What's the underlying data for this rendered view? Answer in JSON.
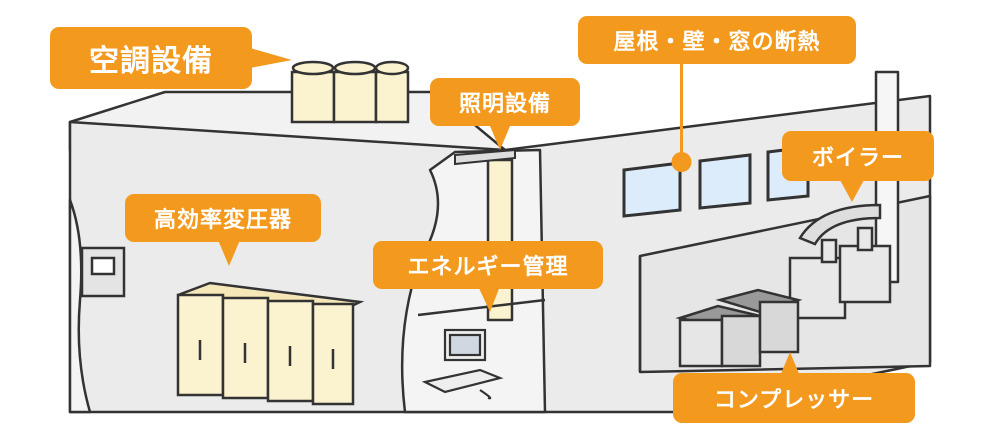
{
  "labels": {
    "hvac": "空調設備",
    "lighting": "照明設備",
    "insulation": "屋根・壁・窓の断熱",
    "boiler": "ボイラー",
    "transformer": "高効率変圧器",
    "energy_management": "エネルギー管理",
    "compressor": "コンプレッサー"
  },
  "colors": {
    "accent": "#f39a1e",
    "building_wall": "#ebebeb",
    "outline": "#333333",
    "equipment_cream": "#fbf2cf",
    "equipment_gray": "#d9d9d9",
    "window_blue": "#dcecfb"
  },
  "icons": [
    "air-conditioner-units-icon",
    "light-fixture-icon",
    "window-icon",
    "boiler-icon",
    "transformer-cabinet-icon",
    "computer-terminal-icon",
    "compressor-icon",
    "electric-meter-icon"
  ]
}
